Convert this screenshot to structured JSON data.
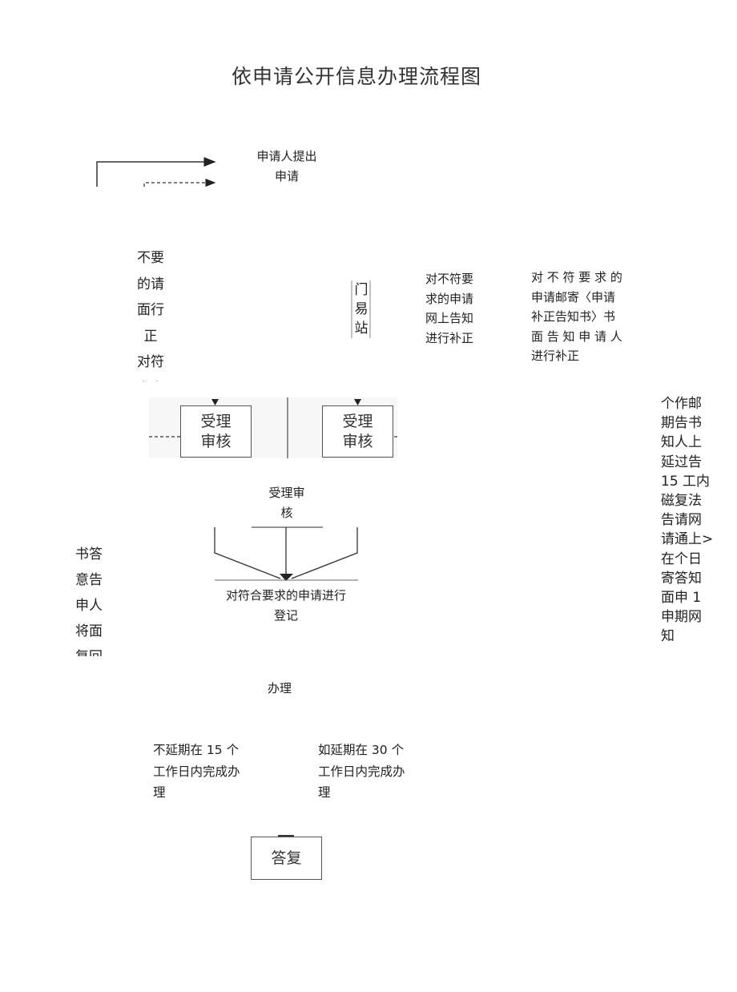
{
  "title": "依申请公开信息办理流程图",
  "nodes": {
    "apply": "申请人提出\n申请",
    "reject_left": "不要\n的请\n面行\n正\n对符\n求申",
    "portal_vertical": "门\n易\n站",
    "online_supplement": "对不符要\n求的申请\n网上告知\n进行补正",
    "mail_supplement": "对 不 符 要 求 的\n申请邮寄〈申请\n补正告知书〉书\n面 告 知 申 请 人\n进行补正",
    "accept_box_1": "受理\n审核",
    "accept_box_2": "受理\n审核",
    "right_column": "个作邮\n期告书\n知人上\n延过告\n15 工内\n磁复法\n告请网\n请通上>\n在个日\n寄答知\n面申 1\n申期网\n知",
    "accept_review": "受理审\n核",
    "left_column": "书答\n意告\n申人\n将面\n复回",
    "register": "对符合要求的申请进行\n登记",
    "handle": "办理",
    "no_extension": "不延期在 15 个\n工作日内完成办\n理",
    "extension": "如延期在 30 个\n工作日内完成办\n理",
    "reply": "答复"
  }
}
